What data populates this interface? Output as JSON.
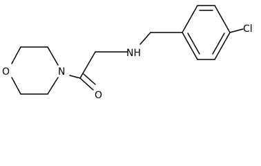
{
  "molecule": {
    "labels": {
      "chlorine": "Cl",
      "amine": "NH",
      "carbonyl_oxygen": "O",
      "morpholine_nitrogen": "N",
      "morpholine_oxygen": "O"
    },
    "colors": {
      "bond": "#000000",
      "label": "#000000",
      "background": "#ffffff"
    }
  }
}
